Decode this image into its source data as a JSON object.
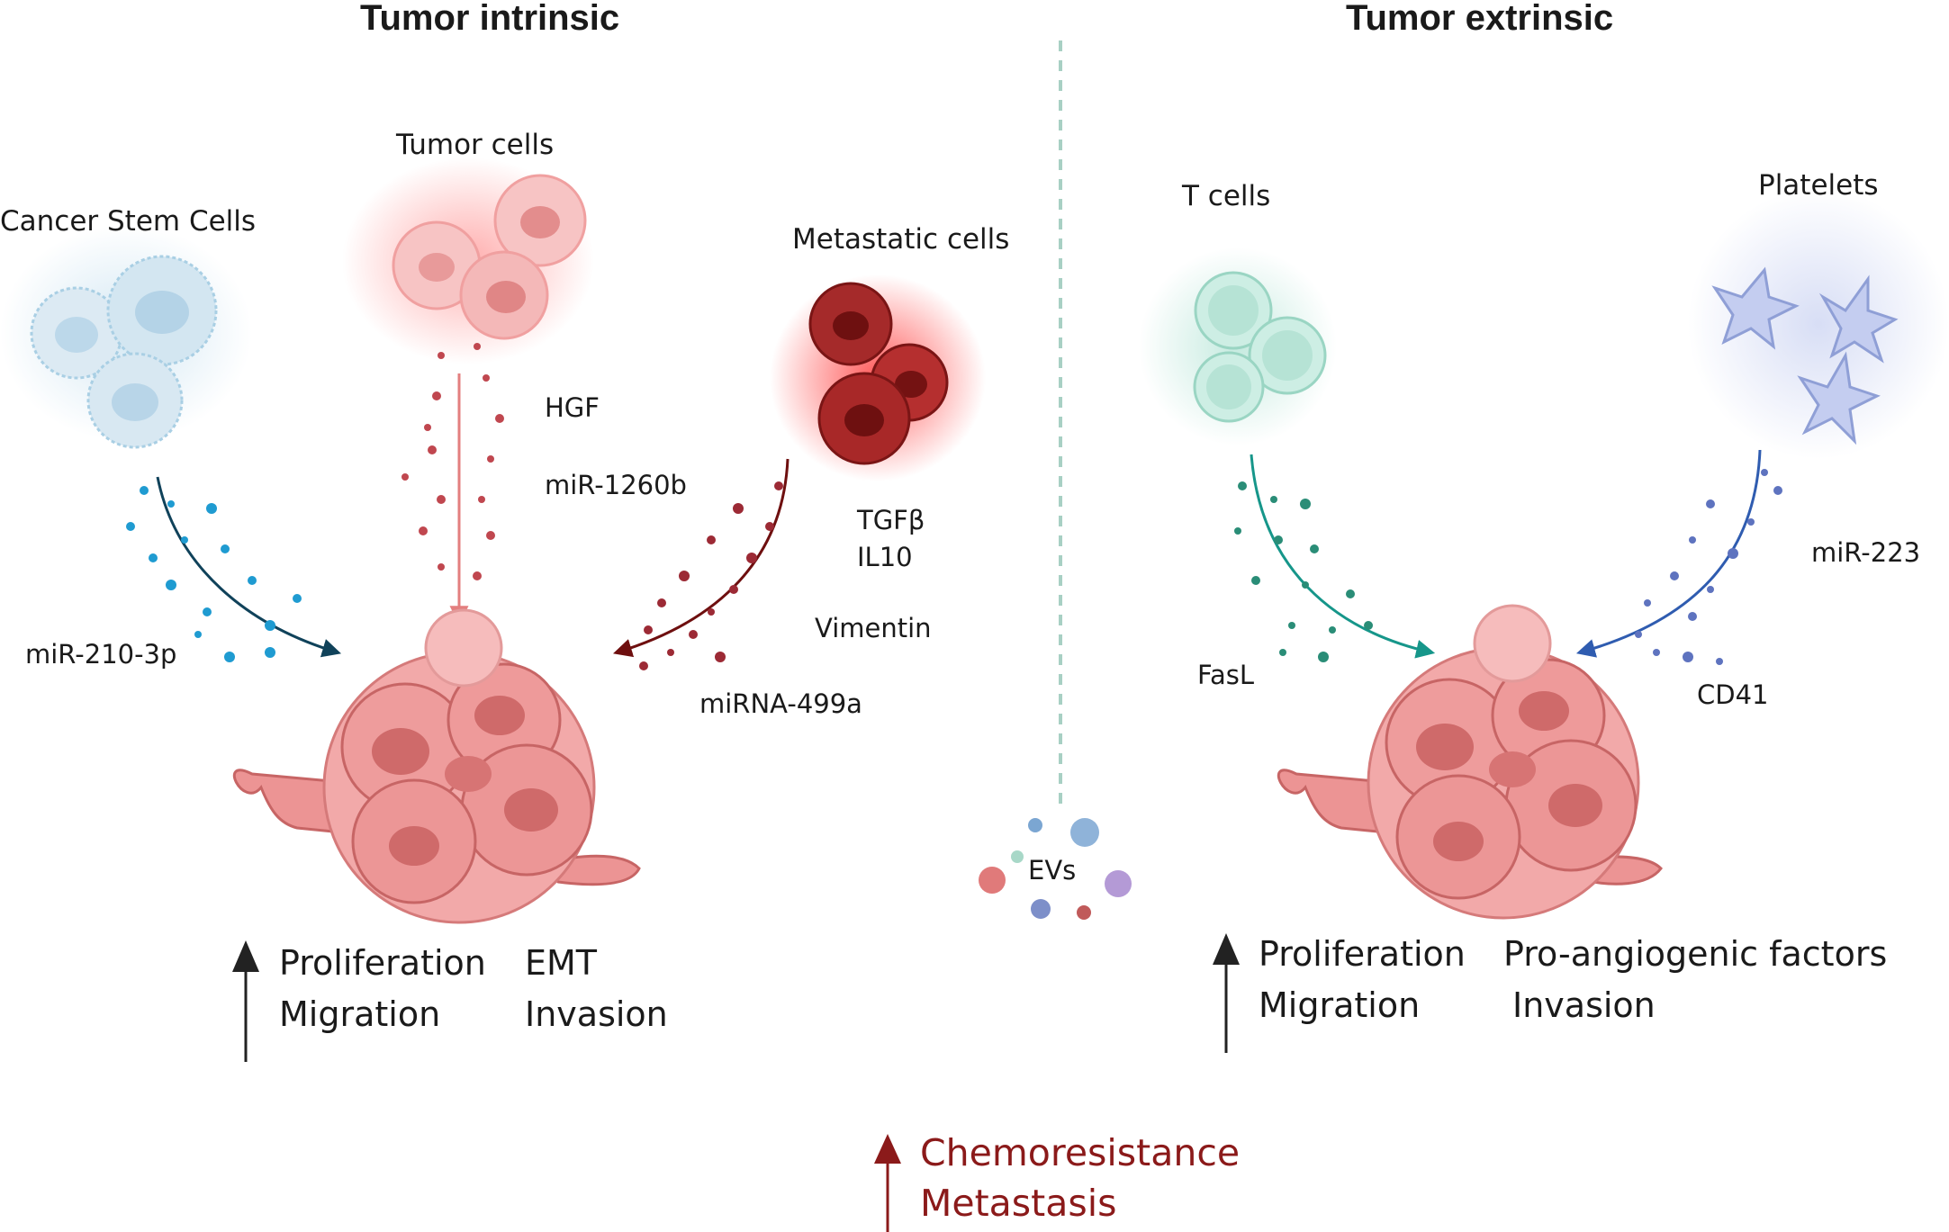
{
  "headings": {
    "intrinsic": "Tumor intrinsic",
    "extrinsic": "Tumor extrinsic"
  },
  "cells": {
    "cancer_stem": "Cancer Stem Cells",
    "tumor": "Tumor cells",
    "metastatic": "Metastatic cells",
    "t_cells": "T cells",
    "platelets": "Platelets"
  },
  "factors": {
    "hgf": "HGF",
    "mir1260b": "miR-1260b",
    "tgfb": "TGFβ",
    "il10": "IL10",
    "vimentin": "Vimentin",
    "mir499a": "miRNA-499a",
    "mir210": "miR-210-3p",
    "fasl": "FasL",
    "mir223": "miR-223",
    "cd41": "CD41"
  },
  "center": {
    "evs": "EVs"
  },
  "effects_left": {
    "proliferation": "Proliferation",
    "migration": "Migration",
    "emt": "EMT",
    "invasion": "Invasion"
  },
  "effects_right": {
    "proliferation": "Proliferation",
    "migration": "Migration",
    "proangiogenic": "Pro-angiogenic factors",
    "invasion": "Invasion"
  },
  "outcome": {
    "chemoresistance": "Chemoresistance",
    "metastasis": "Metastasis"
  },
  "colors": {
    "stem": "#a9cfe4",
    "tumor": "#f3a6a6",
    "metastatic": "#a52a2a",
    "tcell": "#b8e2d6",
    "platelet": "#b9c4ea",
    "mass": "#ec9494",
    "outcome": "#8b1a1a"
  }
}
